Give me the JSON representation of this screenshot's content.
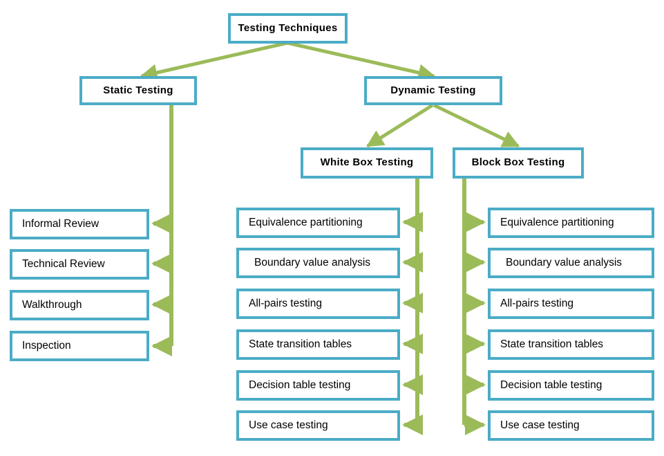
{
  "diagram": {
    "title": "Testing Techniques",
    "type": "tree-hierarchy",
    "colors": {
      "node_border": "#4BACC6",
      "node_fill": "#FFFFFF",
      "connector": "#9BBB59",
      "text": "#000000",
      "background": "#FFFFFF"
    },
    "root": {
      "label": "Testing Techniques"
    },
    "level2": [
      {
        "label": "Static Testing"
      },
      {
        "label": "Dynamic Testing"
      }
    ],
    "level3": [
      {
        "label": "White Box Testing"
      },
      {
        "label": "Block Box Testing"
      }
    ],
    "columns": {
      "static_testing_items": [
        {
          "label": "Informal Review"
        },
        {
          "label": "Technical Review"
        },
        {
          "label": "Walkthrough"
        },
        {
          "label": "Inspection"
        }
      ],
      "white_box_items": [
        {
          "label": "Equivalence partitioning"
        },
        {
          "label": "Boundary value analysis"
        },
        {
          "label": "All-pairs testing"
        },
        {
          "label": "State transition tables"
        },
        {
          "label": "Decision table testing"
        },
        {
          "label": "Use case testing"
        }
      ],
      "block_box_items": [
        {
          "label": "Equivalence partitioning"
        },
        {
          "label": "Boundary value analysis"
        },
        {
          "label": "All-pairs testing"
        },
        {
          "label": "State transition tables"
        },
        {
          "label": "Decision table testing"
        },
        {
          "label": "Use case testing"
        }
      ]
    }
  }
}
